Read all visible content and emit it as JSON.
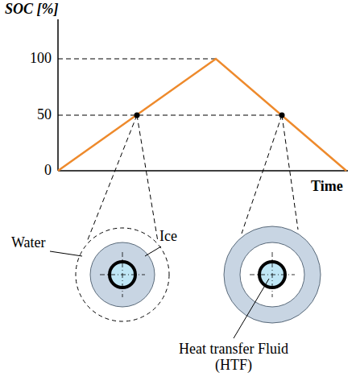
{
  "diagram": {
    "labels": [
      "SOC [%]",
      "100",
      "50",
      "0",
      "Time",
      "Water",
      "Ice",
      "Heat transfer Fluid (HTF)"
    ]
  }
}
